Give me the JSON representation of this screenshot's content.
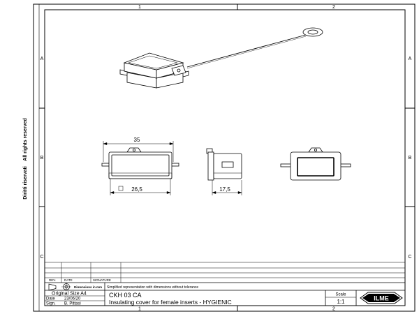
{
  "grid": {
    "columns": [
      "1",
      "2"
    ],
    "rows": [
      "A",
      "B",
      "C"
    ]
  },
  "side_notes": {
    "rights": "All rights reserved",
    "diritti": "Diritti riservati"
  },
  "dimensions": {
    "width": "35",
    "square": "26,5",
    "depth": "17,5"
  },
  "revision_table": {
    "headers": [
      "REV.",
      "DATE",
      "SIGNATURE"
    ]
  },
  "title_block": {
    "projection_label": "Dimensions in mm",
    "note": "Simplified representation with dimensions without tolerance",
    "original_size": "Original Size A4",
    "date_label": "Date",
    "date_value": "23/06/20",
    "sign_label": "Sign.",
    "sign_value": "B. Pittasi",
    "code": "CKH 03 CA",
    "description": "Insulating cover for female inserts - HYGIENIC",
    "scale_label": "Scale",
    "scale_value": "1:1",
    "logo": "ILME"
  }
}
